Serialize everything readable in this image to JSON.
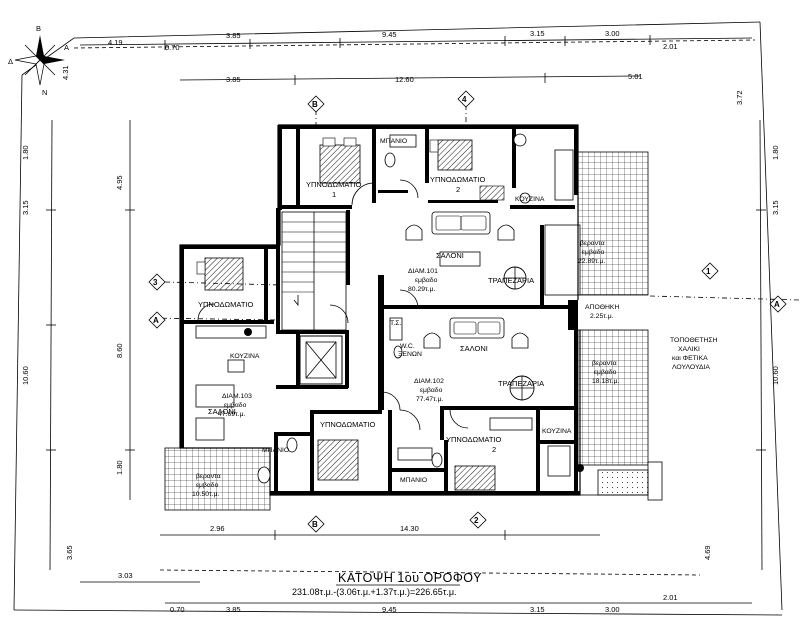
{
  "title": "ΚΑΤΟΨΗ 1ου ΟΡΟΦΟΥ",
  "area_formula": "231.08τ.μ.-(3.06τ.μ.+1.37τ.μ.)=226.65τ.μ.",
  "compass": {
    "labels": [
      "Β",
      "Α",
      "Δ",
      "Ν"
    ]
  },
  "dimensions": {
    "top_row1": [
      "4.19",
      "0.70",
      "3.85",
      "9.45",
      "3.15",
      "3.00",
      "2.01"
    ],
    "top_row2": [
      "3.85",
      "12.60",
      "5.01"
    ],
    "bottom_row1": [
      "2.96",
      "14.30"
    ],
    "bottom_row2": [
      "3.03"
    ],
    "bottom_row3": [
      "0.70",
      "3.85",
      "9.45",
      "3.15",
      "3.00",
      "2.01"
    ],
    "left": [
      "4.31",
      "1.80",
      "4.95",
      "3.15",
      "8.60",
      "10.60",
      "1.80",
      "3.65"
    ],
    "right": [
      "3.72",
      "1.80",
      "3.15",
      "10.60",
      "4.69"
    ]
  },
  "axes": [
    "Β",
    "4",
    "3",
    "Α",
    "1",
    "Α",
    "Β",
    "2"
  ],
  "rooms": {
    "bedroom_1": [
      "ΥΠΝΟΔΩΜΑΤΙΟ",
      "1"
    ],
    "bedroom_2_top": [
      "ΥΠΝΟΔΩΜΑΤΙΟ",
      "2"
    ],
    "bathroom_top": "ΜΠΑΝΙΟ",
    "kitchen_top": "ΚΟΥΖΙΝΑ",
    "living_top": "ΣΑΛΟΝΙ",
    "dining_top": "ΤΡΑΠΕΖΑΡΙΑ",
    "apt_101": [
      "ΔΙΑΜ.101",
      "εμβαδο",
      "80.29τ.μ."
    ],
    "veranda_right": [
      "βεραντα",
      "εμβαδο",
      "22.89τ.μ."
    ],
    "bedroom_left": "ΥΠΝΟΔΩΜΑΤΙΟ",
    "kitchen_left": "ΚΟΥΖΙΝΑ",
    "apt_103": [
      "ΔΙΑΜ.103",
      "εμβαδο",
      "47.69τ.μ."
    ],
    "living_left": "ΣΑΛΟΝΙ",
    "bathroom_left": "ΜΠΑΝΙΟ",
    "veranda_left": [
      "βεραντα",
      "εμβαδο",
      "10.50τ.μ."
    ],
    "ts": "Τ.Σ.",
    "wc": [
      "W.C.",
      "ΞΕΝΩΝ"
    ],
    "living_mid": "ΣΑΛΟΝΙ",
    "apt_102": [
      "ΔΙΑΜ.102",
      "εμβαδο",
      "77.47τ.μ."
    ],
    "dining_mid": "ΤΡΑΠΕΖΑΡΙΑ",
    "apothiki": [
      "ΑΠΟΘΗΚΗ",
      "2.25τ.μ."
    ],
    "veranda_mid": [
      "βεραντα",
      "εμβαδο",
      "18.18τ.μ."
    ],
    "bedroom_bottom": "ΥΠΝΟΔΩΜΑΤΙΟ",
    "bedroom_2_bottom": [
      "ΥΠΝΟΔΩΜΑΤΙΟ",
      "2"
    ],
    "kitchen_bottom": "ΚΟΥΖΙΝΑ",
    "bathroom_bottom": "ΜΠΑΝΙΟ"
  },
  "note": [
    "ΤΟΠΟΘΕΤΗΣΗ",
    "ΧΑΛΙΚΙ",
    "και ΦΕΤΙΚΑ",
    "ΛΟΥΛΟΥΔΙΑ"
  ]
}
